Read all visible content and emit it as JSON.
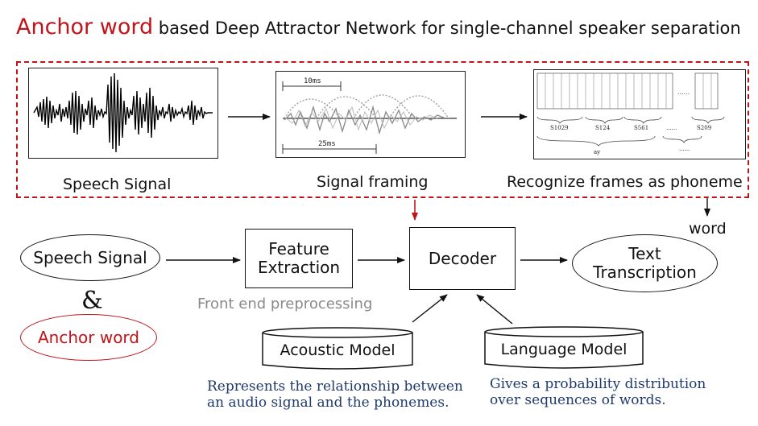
{
  "title": {
    "highlight": "Anchor word",
    "rest": "based Deep Attractor Network for single-channel speaker separation"
  },
  "top_row": {
    "speech_signal_caption": "Speech Signal",
    "framing_caption": "Signal framing",
    "recognize_caption": "Recognize frames as phoneme",
    "framing_labels": {
      "short": "10ms",
      "long": "25ms"
    },
    "phoneme_labels": [
      "S1029",
      "S124",
      "S561",
      "......",
      "S209"
    ],
    "phoneme_dots": "......",
    "phoneme_sub": "ay",
    "word_label": "word"
  },
  "pipeline": {
    "speech_signal": "Speech Signal",
    "ampersand": "&",
    "anchor_word": "Anchor word",
    "feature_extraction": "Feature Extraction",
    "front_end": "Front end preprocessing",
    "decoder": "Decoder",
    "text_transcription": "Text Transcription",
    "acoustic_model": "Acoustic Model",
    "language_model": "Language Model",
    "acoustic_desc": "Represents the relationship between an audio signal and the phonemes.",
    "language_desc": "Gives a probability distribution over sequences of words."
  },
  "colors": {
    "accent_red": "#c0141a",
    "desc_blue": "#1f3a6e",
    "gray_text": "#8a8a8a"
  }
}
